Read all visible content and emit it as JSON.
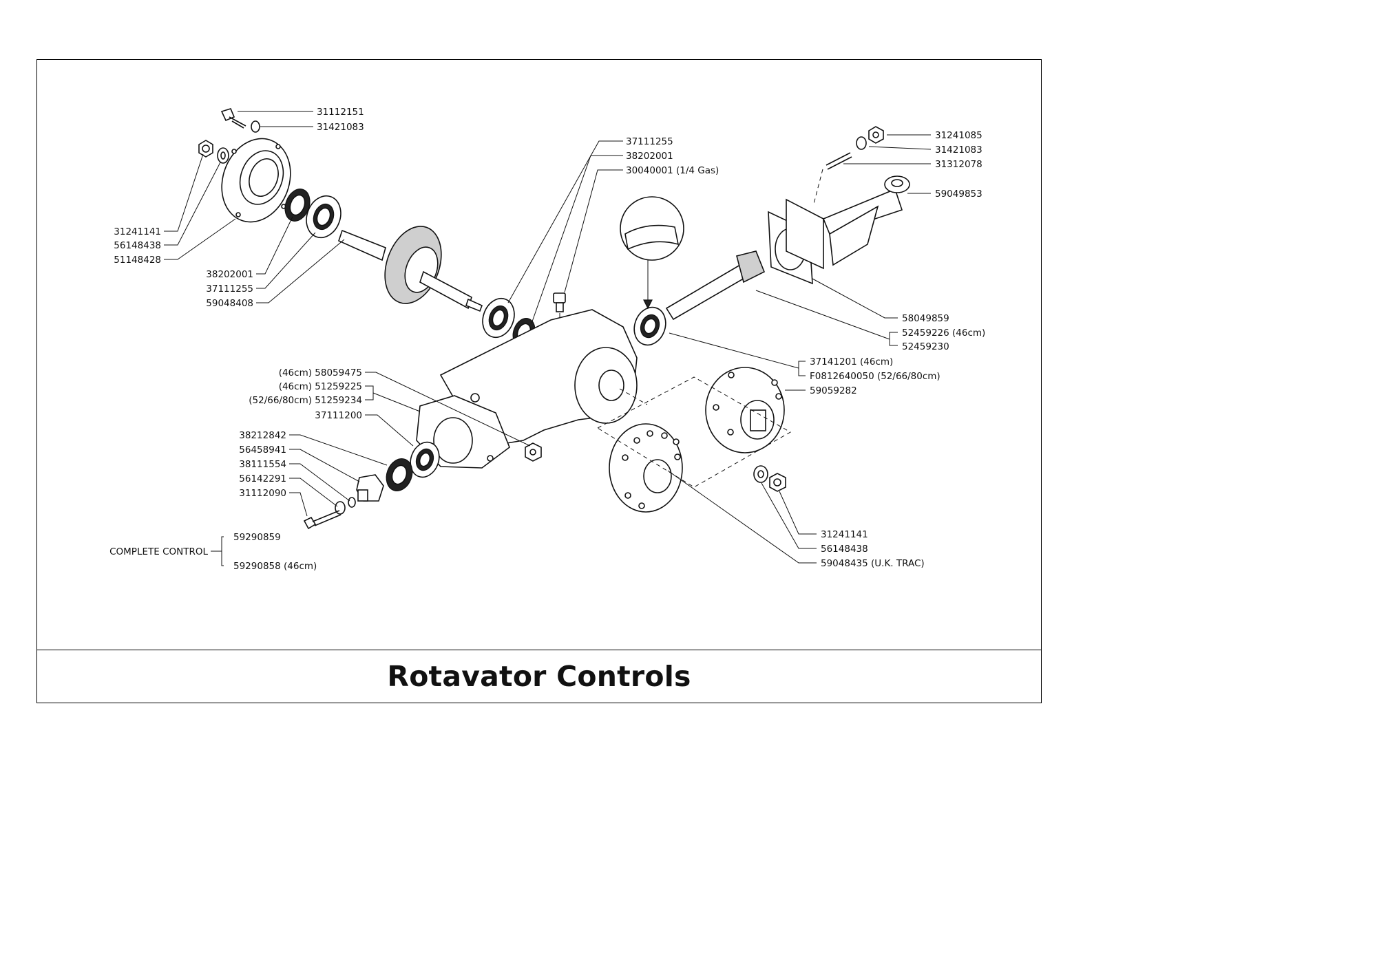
{
  "title": "Rotavator Controls",
  "callouts": {
    "c31112151": "31112151",
    "c31421083a": "31421083",
    "c31241141a": "31241141",
    "c56148438a": "56148438",
    "c51148428": "51148428",
    "c38202001a": "38202001",
    "c37111255a": "37111255",
    "c59048408": "59048408",
    "c37111255b": "37111255",
    "c38202001b": "38202001",
    "c30040001": "30040001 (1/4 Gas)",
    "c31241085": "31241085",
    "c31421083b": "31421083",
    "c31312078": "31312078",
    "c59049853": "59049853",
    "c58049859": "58049859",
    "c52459226": "52459226 (46cm)",
    "c52459230": "52459230",
    "c37141201": "37141201 (46cm)",
    "cF0812640050": "F0812640050  (52/66/80cm)",
    "c59059282": "59059282",
    "c58059475": "(46cm) 58059475",
    "c51259225": "(46cm) 51259225",
    "c51259234": "(52/66/80cm) 51259234",
    "c37111200": "37111200",
    "c38212842": "38212842",
    "c56458941": "56458941",
    "c38111554": "38111554",
    "c56142291": "56142291",
    "c31112090": "31112090",
    "c59290859": "59290859",
    "completeControl": "COMPLETE CONTROL",
    "c59290858": "59290858 (46cm)",
    "c31241141b": "31241141",
    "c56148438b": "56148438",
    "c59048435": "59048435 (U.K. TRAC)"
  }
}
